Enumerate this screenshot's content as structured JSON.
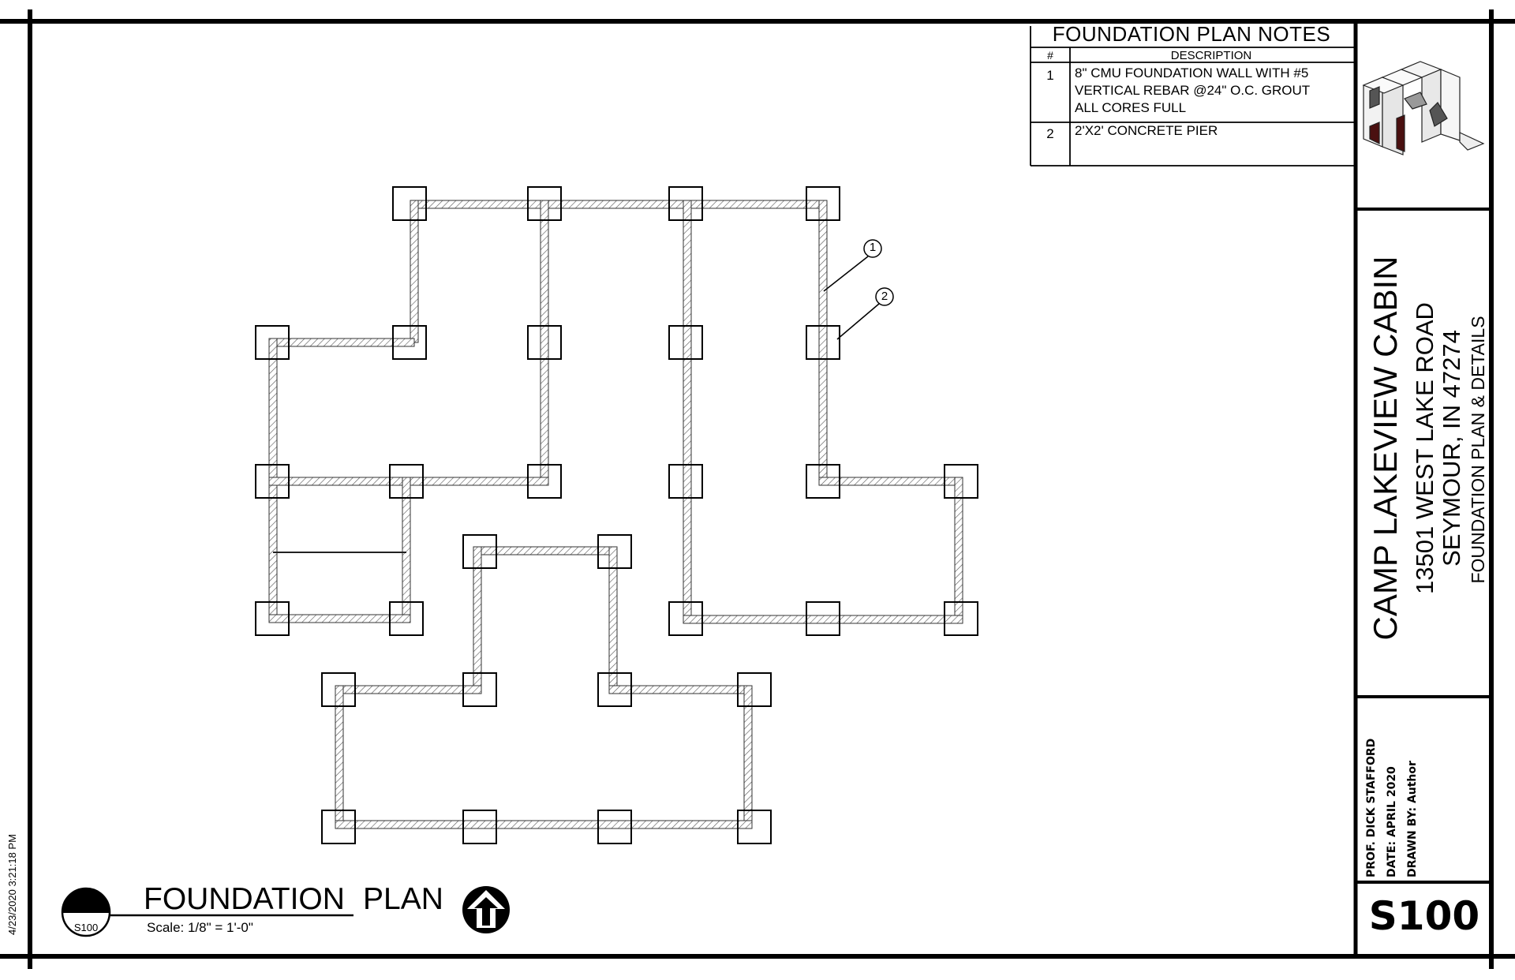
{
  "timestamp": "4/23/2020 3:21:18 PM",
  "notes": {
    "title": "FOUNDATION PLAN NOTES",
    "num_header": "#",
    "desc_header": "DESCRIPTION",
    "items": [
      {
        "num": "1",
        "lines": [
          "8\" CMU FOUNDATION WALL WITH #5",
          "VERTICAL REBAR @24\" O.C. GROUT",
          "ALL CORES FULL"
        ]
      },
      {
        "num": "2",
        "lines": [
          "2'X2' CONCRETE PIER"
        ]
      }
    ]
  },
  "title_block": {
    "project": "CAMP LAKEVIEW CABIN",
    "address": "13501 WEST LAKE ROAD",
    "city": "SEYMOUR, IN 47274",
    "subtitle": "FOUNDATION PLAN & DETAILS",
    "professor": "PROF. DICK STAFFORD",
    "date": "DATE: APRIL 2020",
    "drawn_by": "DRAWN BY:  Author",
    "sheet_number": "S100"
  },
  "plan_title": {
    "word1": "FOUNDATION",
    "word2": "PLAN",
    "scale": "Scale:    1/8\" = 1'-0\"",
    "sheet_ref": "S100"
  },
  "callout_tags": [
    "1",
    "2"
  ]
}
